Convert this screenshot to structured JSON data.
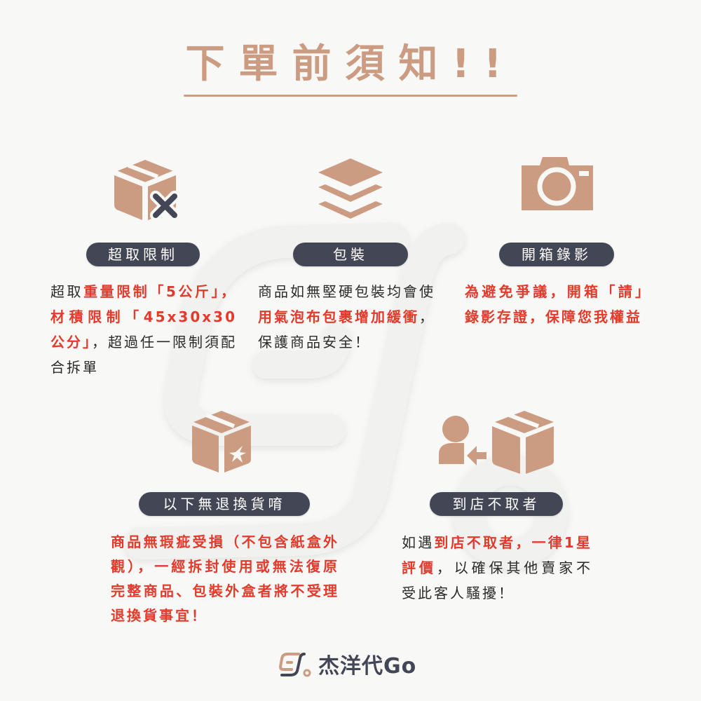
{
  "header": {
    "title": "下單前須知!!",
    "title_color": "#cc9c82"
  },
  "colors": {
    "accent": "#cc9c82",
    "pill_bg": "#434655",
    "highlight_red": "#e43a2c",
    "text": "#2a2a2a",
    "background": "#f8f8f6"
  },
  "sections": [
    {
      "icon": "box-with-x-icon",
      "label": "超取限制",
      "text_parts": [
        {
          "text": "超取",
          "style": "normal"
        },
        {
          "text": "重量限制「5公斤」，材積限制「45x30x30公分」",
          "style": "red"
        },
        {
          "text": "，超過任一限制須配合拆單",
          "style": "normal"
        }
      ]
    },
    {
      "icon": "layers-icon",
      "label": "包裝",
      "text_parts": [
        {
          "text": "商品如無堅硬包裝均會使",
          "style": "normal"
        },
        {
          "text": "用氣泡布包裹增加緩衝",
          "style": "red"
        },
        {
          "text": "，保護商品安全！",
          "style": "normal"
        }
      ]
    },
    {
      "icon": "camera-icon",
      "label": "開箱錄影",
      "text_parts": [
        {
          "text": "為避免爭議，開箱「請」錄影存證，保障您我權益",
          "style": "red"
        }
      ]
    },
    {
      "icon": "box-with-star-icon",
      "label": "以下無退換貨唷",
      "text_parts": [
        {
          "text": "商品無瑕疵受損（不包含紙盒外觀），一經拆封使用或無法復原完整商品、包裝外盒者將不受理退換貨事宜！",
          "style": "red"
        }
      ]
    },
    {
      "icon": "person-return-box-icon",
      "label": "到店不取者",
      "text_parts": [
        {
          "text": "如遇",
          "style": "normal"
        },
        {
          "text": "到店不取者，一律1星評價",
          "style": "red"
        },
        {
          "text": "，以確保其他賣家不受此客人騷擾！",
          "style": "normal"
        }
      ]
    }
  ],
  "footer": {
    "brand_logo": "brand-logo-icon",
    "brand_name": "杰洋代Go"
  }
}
